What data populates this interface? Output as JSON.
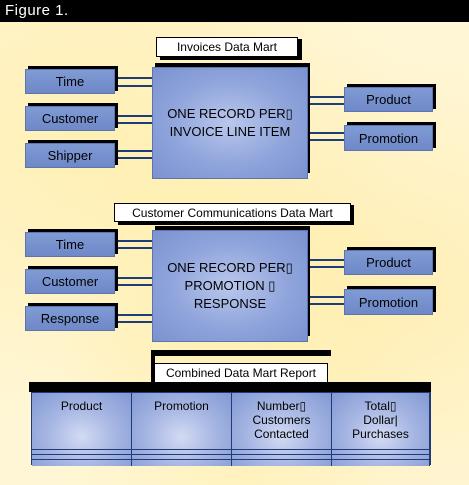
{
  "figure_label": "Figure 1.",
  "invoices": {
    "title": "Invoices Data Mart",
    "fact_line1": "ONE RECORD PER▯",
    "fact_line2": "INVOICE LINE ITEM",
    "left_dims": [
      "Time",
      "Customer",
      "Shipper"
    ],
    "right_dims": [
      "Product",
      "Promotion"
    ]
  },
  "communications": {
    "title": "Customer Communications Data Mart",
    "fact_line1": "ONE RECORD PER▯",
    "fact_line2": "PROMOTION ▯",
    "fact_line3": "RESPONSE",
    "left_dims": [
      "Time",
      "Customer",
      "Response"
    ],
    "right_dims": [
      "Product",
      "Promotion"
    ]
  },
  "report": {
    "title": "Combined Data Mart Report",
    "columns": [
      {
        "line1": "Product",
        "line2": "",
        "line3": ""
      },
      {
        "line1": "Promotion",
        "line2": "",
        "line3": ""
      },
      {
        "line1": "Number▯",
        "line2": "Customers",
        "line3": "Contacted"
      },
      {
        "line1": "Total▯",
        "line2": "Dollar|",
        "line3": "Purchases"
      }
    ]
  },
  "colors": {
    "dimension_fill": "#7f9bd4",
    "fact_fill": "#8fa4db",
    "connector": "#1e3c78",
    "background": "#fff6d6"
  }
}
